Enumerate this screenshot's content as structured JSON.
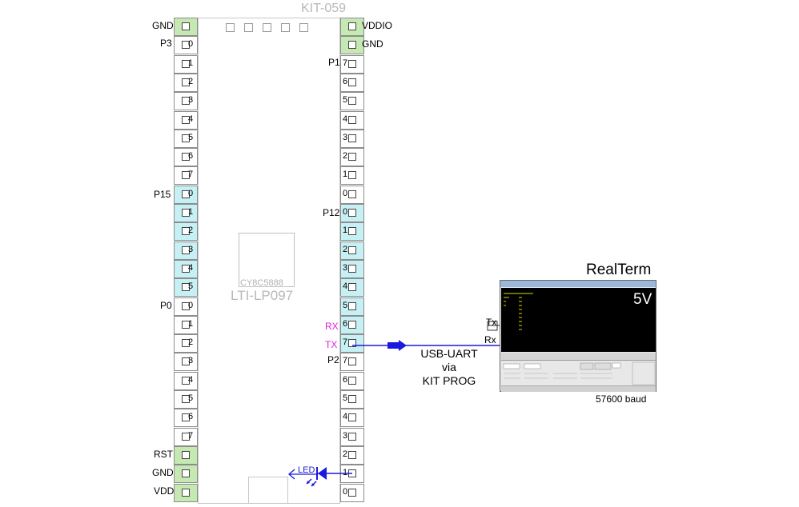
{
  "board": {
    "kit_title": "KIT-059",
    "chip_label": "CY8C5888",
    "module_label": "LTI-LP097"
  },
  "left_column": {
    "labels": [
      "GND",
      "P3",
      "P15",
      "P0",
      "RST",
      "GND",
      "VDD"
    ],
    "pins": [
      "",
      "0",
      "1",
      "2",
      "3",
      "4",
      "5",
      "6",
      "7",
      "0",
      "1",
      "2",
      "3",
      "4",
      "5",
      "0",
      "1",
      "2",
      "3",
      "4",
      "5",
      "6",
      "7",
      "",
      "",
      ""
    ]
  },
  "right_column": {
    "labels": [
      "VDDIO",
      "GND",
      "P1",
      "P12",
      "P2"
    ],
    "pins": [
      "",
      "",
      "7",
      "6",
      "5",
      "4",
      "3",
      "2",
      "1",
      "0",
      "0",
      "1",
      "2",
      "3",
      "4",
      "5",
      "6",
      "7",
      "7",
      "6",
      "5",
      "4",
      "3",
      "2",
      "1",
      "0"
    ],
    "signal_rx": "RX",
    "signal_tx": "TX"
  },
  "led": {
    "label": "LED"
  },
  "connection": {
    "line1": "USB-UART",
    "line2": "via",
    "line3": "KIT PROG"
  },
  "realterm": {
    "title": "RealTerm",
    "voltage": "5V",
    "tx": "Tx",
    "rx": "Rx",
    "baud": "57600 baud"
  },
  "colors": {
    "green": "#c6e9b4",
    "cyan": "#c6f0f4",
    "magenta": "#e020e0",
    "blue": "#1a1adc",
    "grey_text": "#b8b8b8"
  }
}
